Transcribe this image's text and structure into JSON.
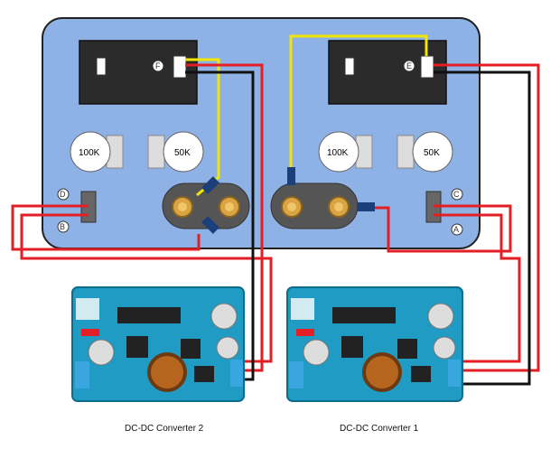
{
  "panel": {
    "color": "#8FB2E6",
    "switch_left_label": "F",
    "switch_right_label": "E",
    "pot_left_100k": "100K",
    "pot_left_50k": "50K",
    "pot_right_100k": "100K",
    "pot_right_50k": "50K",
    "jack_left_top": "D",
    "jack_left_bottom": "B",
    "jack_right_top": "C",
    "jack_right_bottom": "A"
  },
  "modules": {
    "left_caption": "DC-DC Converter 2",
    "right_caption": "DC-DC Converter 1",
    "board_color": "#1F9BC4"
  },
  "wire_colors": {
    "red": "#E31E24",
    "black": "#111111",
    "yellow": "#F2E600",
    "blue_sleeve": "#1B3F7A"
  }
}
